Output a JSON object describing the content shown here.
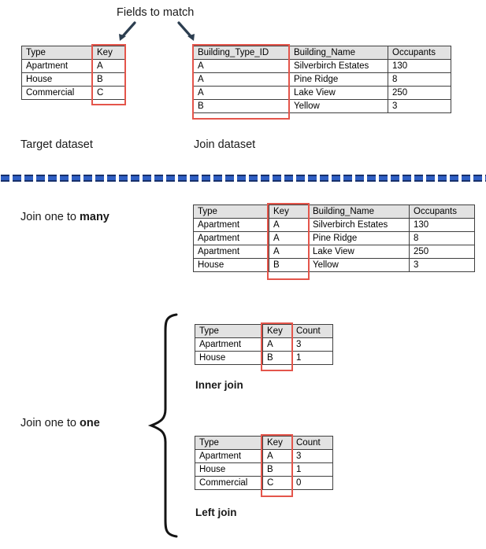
{
  "annotations": {
    "fields_to_match": "Fields to match",
    "target_dataset": "Target dataset",
    "join_dataset": "Join dataset",
    "join_one_to_many_prefix": "Join one to ",
    "join_one_to_many_emphasis": "many",
    "join_one_to_one_prefix": "Join one to ",
    "join_one_to_one_emphasis": "one",
    "inner_join": "Inner join",
    "left_join": "Left join"
  },
  "colors": {
    "highlight": "#e4554b",
    "arrow": "#2c3e50",
    "header_fill": "#e2e2e2",
    "grid_line": "#3f3f3f",
    "divider_fill": "#2f5fc4",
    "divider_edge": "#17306b"
  },
  "tables": {
    "target": {
      "headers": [
        "Type",
        "Key"
      ],
      "rows": [
        [
          "Apartment",
          "A"
        ],
        [
          "House",
          "B"
        ],
        [
          "Commercial",
          "C"
        ]
      ]
    },
    "join": {
      "headers": [
        "Building_Type_ID",
        "Building_Name",
        "Occupants"
      ],
      "rows": [
        [
          "A",
          "Silverbirch Estates",
          "130"
        ],
        [
          "A",
          "Pine Ridge",
          "8"
        ],
        [
          "A",
          "Lake View",
          "250"
        ],
        [
          "B",
          "Yellow",
          "3"
        ]
      ]
    },
    "one_to_many": {
      "headers": [
        "Type",
        "Key",
        "Building_Name",
        "Occupants"
      ],
      "rows": [
        [
          "Apartment",
          "A",
          "Silverbirch Estates",
          "130"
        ],
        [
          "Apartment",
          "A",
          "Pine Ridge",
          "8"
        ],
        [
          "Apartment",
          "A",
          "Lake View",
          "250"
        ],
        [
          "House",
          "B",
          "Yellow",
          "3"
        ]
      ]
    },
    "inner_join": {
      "headers": [
        "Type",
        "Key",
        "Count"
      ],
      "rows": [
        [
          "Apartment",
          "A",
          "3"
        ],
        [
          "House",
          "B",
          "1"
        ]
      ]
    },
    "left_join": {
      "headers": [
        "Type",
        "Key",
        "Count"
      ],
      "rows": [
        [
          "Apartment",
          "A",
          "3"
        ],
        [
          "House",
          "B",
          "1"
        ],
        [
          "Commercial",
          "C",
          "0"
        ]
      ]
    }
  }
}
